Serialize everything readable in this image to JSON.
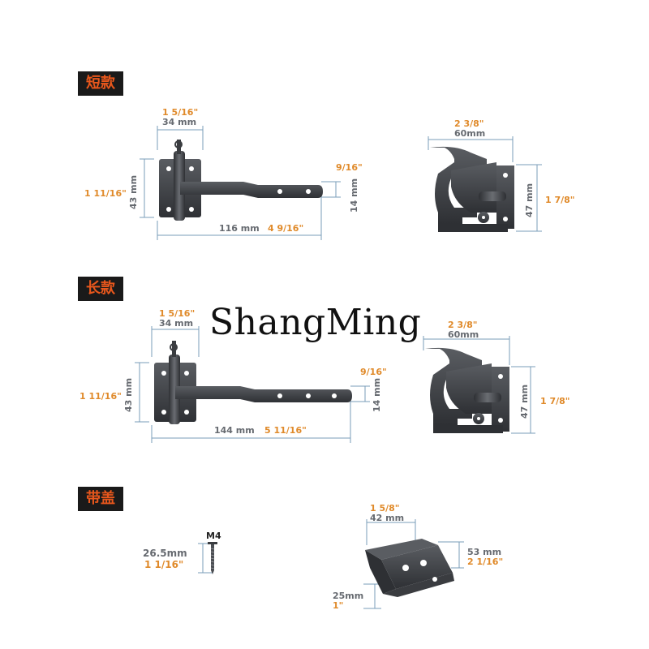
{
  "sections": {
    "short": "短款",
    "long": "长款",
    "cover": "带盖"
  },
  "watermark": "ShangMing",
  "short": {
    "width_in": "1 5/16\"",
    "width_mm": "34 mm",
    "height_in": "1 11/16\"",
    "height_mm": "43 mm",
    "bar_in": "9/16\"",
    "bar_mm": "14 mm",
    "length_mm": "116 mm",
    "length_in": "4 9/16\"",
    "catch_w_in": "2 3/8\"",
    "catch_w_mm": "60mm",
    "catch_h_mm": "47 mm",
    "catch_h_in": "1 7/8\""
  },
  "long": {
    "width_in": "1 5/16\"",
    "width_mm": "34 mm",
    "height_in": "1 11/16\"",
    "height_mm": "43 mm",
    "bar_in": "9/16\"",
    "bar_mm": "14 mm",
    "length_mm": "144 mm",
    "length_in": "5 11/16\"",
    "catch_w_in": "2 3/8\"",
    "catch_w_mm": "60mm",
    "catch_h_mm": "47 mm",
    "catch_h_in": "1 7/8\""
  },
  "cover": {
    "screw_label": "M4",
    "screw_mm": "26.5mm",
    "screw_in": "1 1/16\"",
    "plate_w_in": "1 5/8\"",
    "plate_w_mm": "42 mm",
    "plate_h_mm": "53 mm",
    "plate_h_in": "2 1/16\"",
    "plate_d_mm": "25mm",
    "plate_d_in": "1\""
  },
  "colors": {
    "label_bg": "#1a1a1a",
    "label_text": "#e8571c",
    "inch_text": "#e08a2a",
    "mm_text": "#666a70",
    "dim_line": "#7a9cb8",
    "metal": "#3a3c40"
  }
}
